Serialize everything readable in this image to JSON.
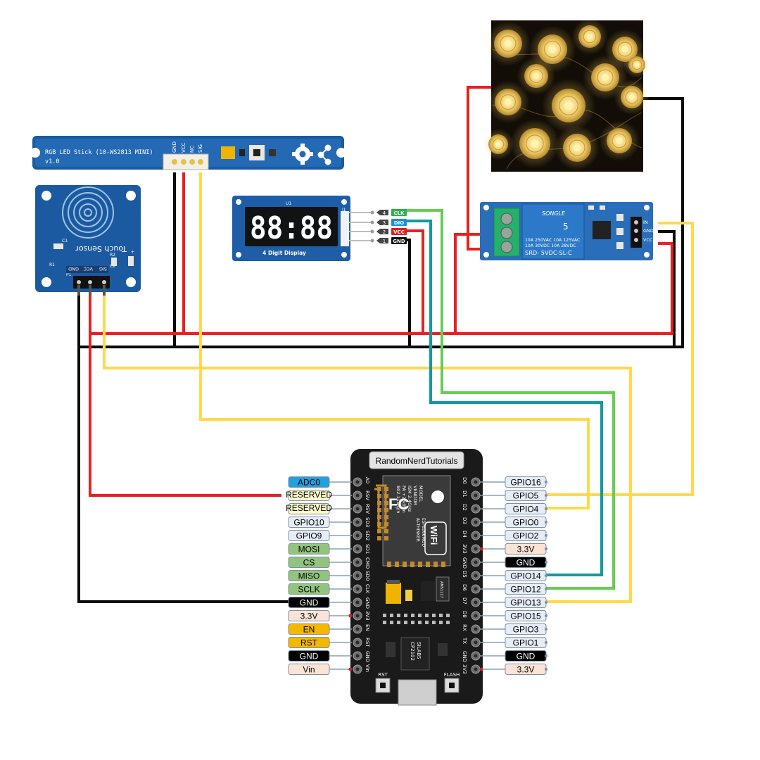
{
  "led_stick": {
    "title": "RGB LED Stick (10-WS2813 MINI)",
    "version": "v1.0",
    "pins": [
      "GND",
      "VCC",
      "NC",
      "SIG"
    ]
  },
  "touch_sensor": {
    "title": "Touch Sensor",
    "pins": [
      "SIG",
      "VCC",
      "GND"
    ],
    "marks": [
      "P1",
      "R2",
      "C1",
      "R1",
      "C2",
      "+"
    ]
  },
  "display": {
    "digits": "88:88",
    "caption": "4 Digit Display",
    "ref": "U1",
    "ref2": "J1",
    "pins": [
      {
        "num": "4",
        "name": "CLK",
        "color": "#2fb34a"
      },
      {
        "num": "3",
        "name": "DIO",
        "color": "#1d8fd6"
      },
      {
        "num": "2",
        "name": "VCC",
        "color": "#e02020"
      },
      {
        "num": "1",
        "name": "GND",
        "color": "#111111"
      }
    ]
  },
  "relay": {
    "brand": "SONGLE",
    "rating_1": "10A 250VAC  10A 125VAC",
    "rating_2": "10A 30VDC  10A 28VDC",
    "model": "SRD- 5VDC-SL-C",
    "pins": [
      "IN",
      "GND",
      "VCC"
    ],
    "ul_mark": "5"
  },
  "board": {
    "header": "RandomNerdTutorials",
    "module_lines": [
      "MODEL",
      "VENDOR",
      "ISM 2.4GHz",
      "PA +25dBm",
      "802.11b/g/n"
    ],
    "module_right": [
      "ESP8266MOD",
      "AI-THINKER"
    ],
    "wifi": "WiFi",
    "fcc": "FC",
    "chip": [
      "SILABS",
      "CP2102"
    ],
    "regulator": "AMS1117",
    "buttons": [
      "RST",
      "FLASH"
    ],
    "left_silk": [
      "A0",
      "RSV",
      "RSV",
      "SD3",
      "SD2",
      "SD1",
      "CMD",
      "SD0",
      "CLK",
      "GND",
      "3V3",
      "EN",
      "RST",
      "GND",
      "Vin"
    ],
    "right_silk": [
      "D0",
      "D1",
      "D2",
      "D3",
      "D4",
      "3V3",
      "GND",
      "D5",
      "D6",
      "D7",
      "D8",
      "RX",
      "TX",
      "GND",
      "3V3"
    ]
  },
  "left_labels": [
    {
      "text": "ADC0",
      "bg": "#22a0e0",
      "fg": "#000000",
      "small": false
    },
    {
      "text": "RESERVED",
      "bg": "#fffbcc",
      "fg": "#000000",
      "small": true
    },
    {
      "text": "RESERVED",
      "bg": "#fffbcc",
      "fg": "#000000",
      "small": true
    },
    {
      "text": "GPIO10",
      "bg": "#e6edf7",
      "fg": "#000000",
      "small": false
    },
    {
      "text": "GPIO9",
      "bg": "#e6edf7",
      "fg": "#000000",
      "small": false
    },
    {
      "text": "MOSI",
      "bg": "#93c47d",
      "fg": "#000000",
      "small": false
    },
    {
      "text": "CS",
      "bg": "#93c47d",
      "fg": "#000000",
      "small": false
    },
    {
      "text": "MISO",
      "bg": "#93c47d",
      "fg": "#000000",
      "small": false
    },
    {
      "text": "SCLK",
      "bg": "#93c47d",
      "fg": "#000000",
      "small": false
    },
    {
      "text": "GND",
      "bg": "#000000",
      "fg": "#ffffff",
      "small": false
    },
    {
      "text": "3.3V",
      "bg": "#fbe3d6",
      "fg": "#000000",
      "small": false
    },
    {
      "text": "EN",
      "bg": "#f5b800",
      "fg": "#000000",
      "small": false
    },
    {
      "text": "RST",
      "bg": "#f5b800",
      "fg": "#000000",
      "small": false
    },
    {
      "text": "GND",
      "bg": "#000000",
      "fg": "#ffffff",
      "small": false
    },
    {
      "text": "Vin",
      "bg": "#fbe3d6",
      "fg": "#000000",
      "small": false
    }
  ],
  "right_labels": [
    {
      "text": "GPIO16",
      "bg": "#e6edf7",
      "fg": "#000000"
    },
    {
      "text": "GPIO5",
      "bg": "#e6edf7",
      "fg": "#000000"
    },
    {
      "text": "GPIO4",
      "bg": "#e6edf7",
      "fg": "#000000"
    },
    {
      "text": "GPIO0",
      "bg": "#e6edf7",
      "fg": "#000000"
    },
    {
      "text": "GPIO2",
      "bg": "#e6edf7",
      "fg": "#000000"
    },
    {
      "text": "3.3V",
      "bg": "#fbe3d6",
      "fg": "#000000"
    },
    {
      "text": "GND",
      "bg": "#000000",
      "fg": "#ffffff"
    },
    {
      "text": "GPIO14",
      "bg": "#e6edf7",
      "fg": "#000000"
    },
    {
      "text": "GPIO12",
      "bg": "#e6edf7",
      "fg": "#000000"
    },
    {
      "text": "GPIO13",
      "bg": "#e6edf7",
      "fg": "#000000"
    },
    {
      "text": "GPIO15",
      "bg": "#e6edf7",
      "fg": "#000000"
    },
    {
      "text": "GPIO3",
      "bg": "#e6edf7",
      "fg": "#000000"
    },
    {
      "text": "GPIO1",
      "bg": "#e6edf7",
      "fg": "#000000"
    },
    {
      "text": "GND",
      "bg": "#000000",
      "fg": "#ffffff"
    },
    {
      "text": "3.3V",
      "bg": "#fbe3d6",
      "fg": "#000000"
    }
  ],
  "colors": {
    "wire_red": "#e8211f",
    "wire_black": "#0a0a0a",
    "wire_yellow": "#ffd84d",
    "wire_green": "#68cc56",
    "wire_teal": "#139a9f",
    "pcb_blue": "#1a4f8f",
    "board_black": "#1a1a1a"
  }
}
